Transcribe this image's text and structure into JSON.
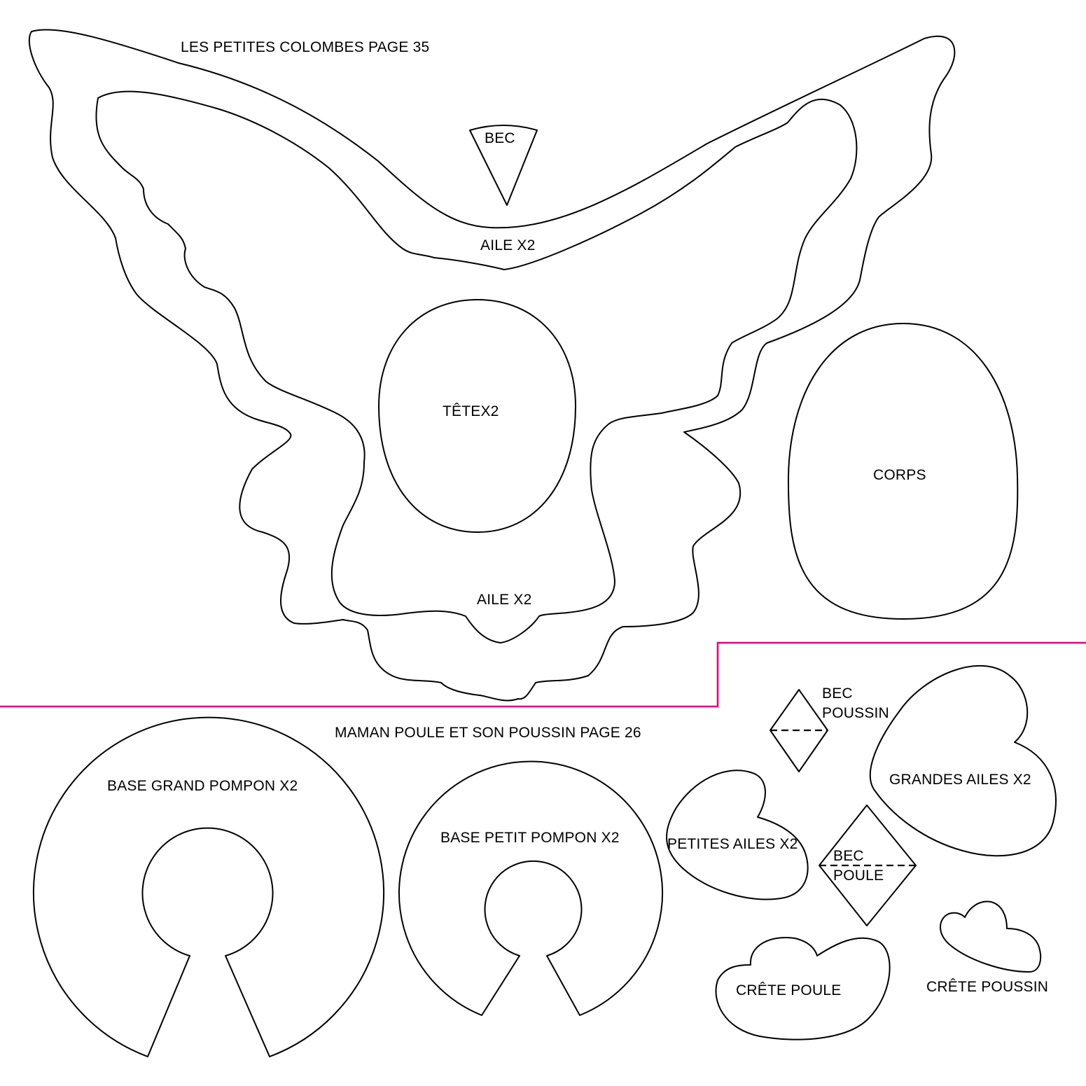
{
  "section_colombes": {
    "title": "LES PETITES COLOMBES PAGE 35",
    "pieces": {
      "bec": "BEC",
      "aile_top": "AILE X2",
      "tete": "TÊTEX2",
      "aile_bottom": "AILE X2",
      "corps": "CORPS"
    }
  },
  "section_poule": {
    "title": "MAMAN POULE ET SON POUSSIN PAGE 26",
    "pieces": {
      "base_grand": "BASE GRAND POMPON X2",
      "base_petit": "BASE PETIT POMPON X2",
      "bec_poussin_1": "BEC",
      "bec_poussin_2": "POUSSIN",
      "grandes_ailes": "GRANDES AILES X2",
      "petites_ailes": "PETITES AILES X2",
      "bec_poule_1": "BEC",
      "bec_poule_2": "POULE",
      "crete_poule": "CRÊTE POULE",
      "crete_poussin": "CRÊTE POUSSIN"
    }
  },
  "colors": {
    "divider": "#e5007e",
    "outline": "#000000"
  }
}
